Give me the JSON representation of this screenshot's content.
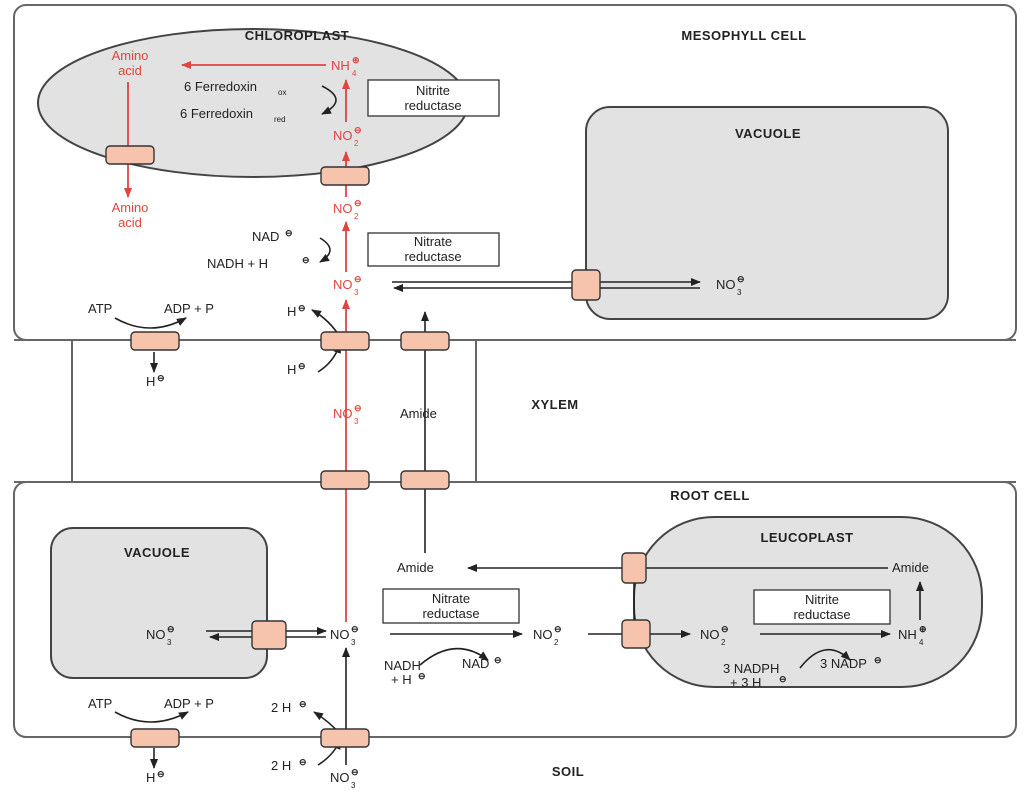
{
  "regions": {
    "mesophyll": "MESOPHYLL CELL",
    "chloroplast": "CHLOROPLAST",
    "vacuole_top": "VACUOLE",
    "xylem": "XYLEM",
    "root": "ROOT CELL",
    "vacuole_bottom": "VACUOLE",
    "leucoplast": "LEUCOPLAST",
    "soil": "SOIL"
  },
  "enzymes": {
    "nitrite_top": [
      "Nitrite",
      "reductase"
    ],
    "nitrate_top": [
      "Nitrate",
      "reductase"
    ],
    "nitrate_root": [
      "Nitrate",
      "reductase"
    ],
    "nitrite_leuco": [
      "Nitrite",
      "reductase"
    ]
  },
  "chem": {
    "amino_acid": [
      "Amino",
      "acid"
    ],
    "ferredoxin_ox": "6 Ferredoxin",
    "ferredoxin_red": "6 Ferredoxin",
    "sub_ox": "ox",
    "sub_red": "red",
    "nh4": "NH",
    "no2": "NO",
    "no3": "NO",
    "sub4": "4",
    "sub2": "2",
    "sub3": "3",
    "charge_plus": "⊕",
    "charge_minus": "⊖",
    "nad_top": "NAD",
    "nadh_top": "NADH + H",
    "atp": "ATP",
    "adp_p": "ADP + P",
    "h": "H",
    "amide": "Amide",
    "nadh_root": [
      "NADH",
      "+ H"
    ],
    "nad_root": "NAD",
    "nadph": [
      "3 NADPH",
      "+ 3 H"
    ],
    "nadp": "3 NADP",
    "two_h": "2 H"
  }
}
